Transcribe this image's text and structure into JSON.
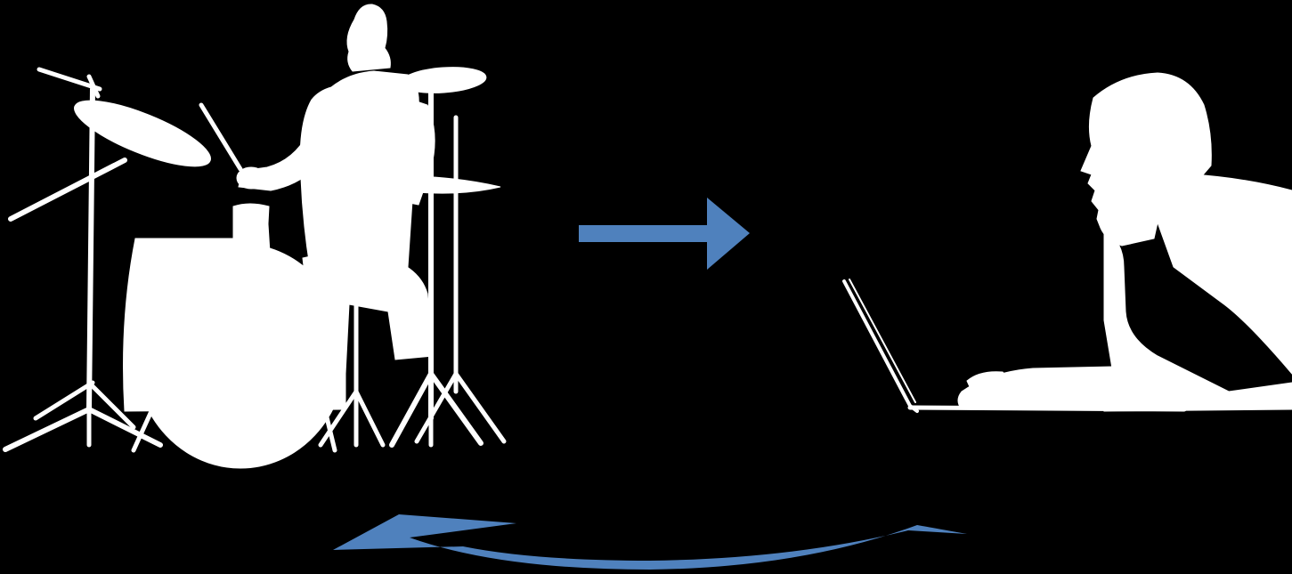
{
  "diagram": {
    "background_color": "#000000",
    "silhouette_color": "#ffffff",
    "arrow_color": "#4f81bd",
    "nodes": [
      {
        "id": "drummer",
        "icon": "drummer-silhouette-icon"
      },
      {
        "id": "laptop_user",
        "icon": "laptop-user-silhouette-icon"
      }
    ],
    "arrows": [
      {
        "from": "drummer",
        "to": "laptop_user",
        "style": "straight"
      },
      {
        "from": "laptop_user",
        "to": "drummer",
        "style": "curved"
      }
    ]
  }
}
